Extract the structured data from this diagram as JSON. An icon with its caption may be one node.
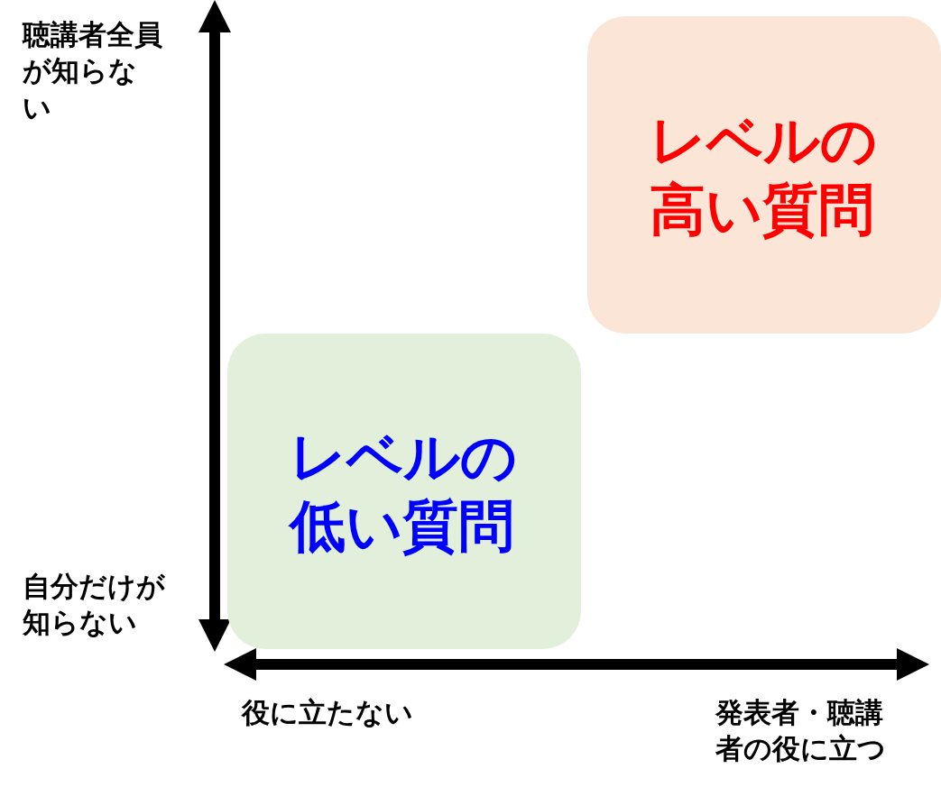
{
  "diagram": {
    "nodes": [
      {
        "text": [
          "レベルの高い質問"
        ]
      },
      {
        "text": [
          "レベルの低い質問"
        ]
      }
    ],
    "labels": [
      "聴講者全員が知らない",
      "自分だけが知らない",
      "役に立たない",
      "発表者・聴講者の役に立つ"
    ]
  }
}
